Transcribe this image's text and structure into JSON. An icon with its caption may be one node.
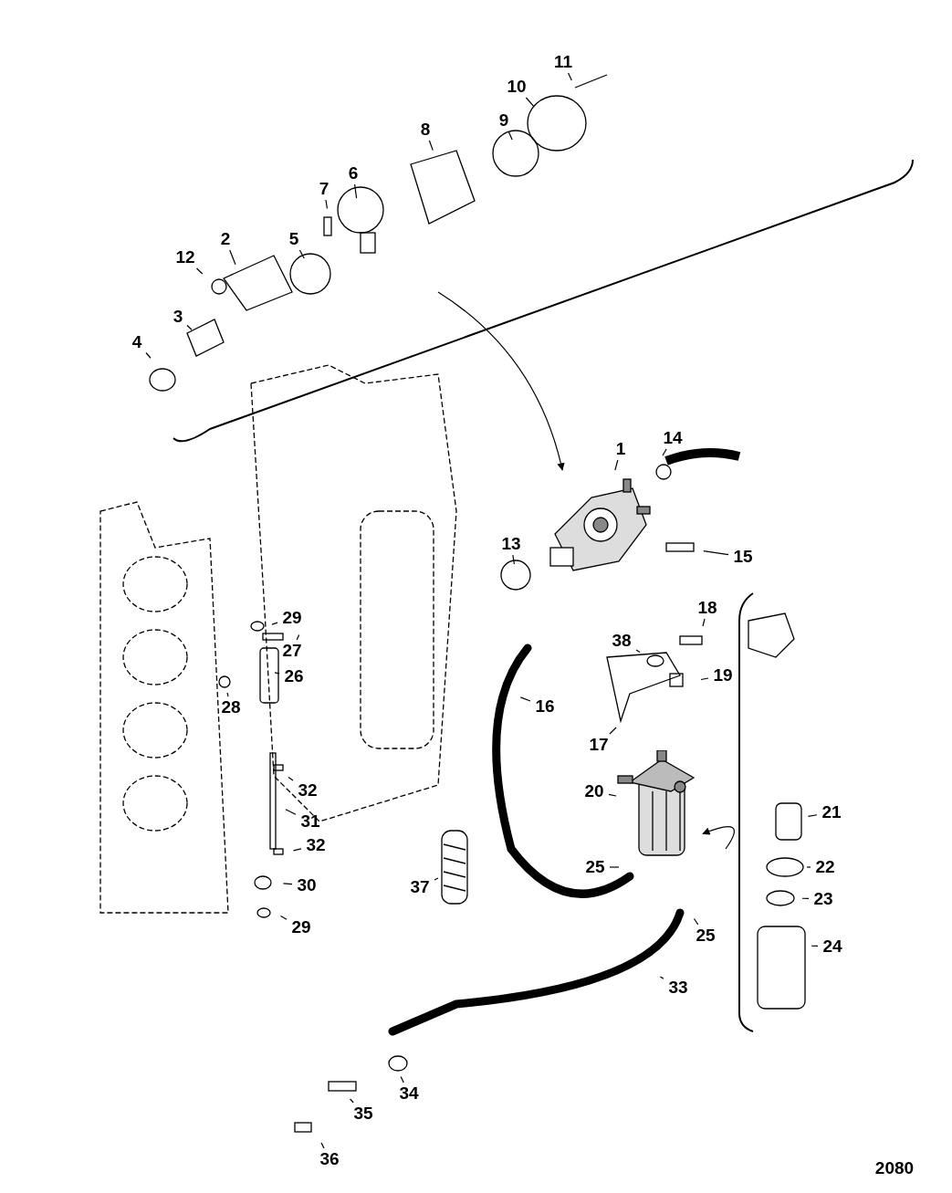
{
  "diagram": {
    "nodes": [
      {
        "text": [
          "1"
        ]
      },
      {
        "text": [
          "2"
        ]
      },
      {
        "text": [
          "3"
        ]
      },
      {
        "text": [
          "4"
        ]
      },
      {
        "text": [
          "5"
        ]
      },
      {
        "text": [
          "6"
        ]
      },
      {
        "text": [
          "7"
        ]
      },
      {
        "text": [
          "8"
        ]
      },
      {
        "text": [
          "9"
        ]
      },
      {
        "text": [
          "10"
        ]
      },
      {
        "text": [
          "11"
        ]
      },
      {
        "text": [
          "12"
        ]
      },
      {
        "text": [
          "13"
        ]
      },
      {
        "text": [
          "14"
        ]
      },
      {
        "text": [
          "15"
        ]
      },
      {
        "text": [
          "16"
        ]
      },
      {
        "text": [
          "17"
        ]
      },
      {
        "text": [
          "18"
        ]
      },
      {
        "text": [
          "19"
        ]
      },
      {
        "text": [
          "20"
        ]
      },
      {
        "text": [
          "21"
        ]
      },
      {
        "text": [
          "22"
        ]
      },
      {
        "text": [
          "23"
        ]
      },
      {
        "text": [
          "24"
        ]
      },
      {
        "text": [
          "25"
        ]
      },
      {
        "text": [
          "25"
        ]
      },
      {
        "text": [
          "26"
        ]
      },
      {
        "text": [
          "27"
        ]
      },
      {
        "text": [
          "28"
        ]
      },
      {
        "text": [
          "29"
        ]
      },
      {
        "text": [
          "29"
        ]
      },
      {
        "text": [
          "30"
        ]
      },
      {
        "text": [
          "31"
        ]
      },
      {
        "text": [
          "32"
        ]
      },
      {
        "text": [
          "32"
        ]
      },
      {
        "text": [
          "33"
        ]
      },
      {
        "text": [
          "34"
        ]
      },
      {
        "text": [
          "35"
        ]
      },
      {
        "text": [
          "36"
        ]
      },
      {
        "text": [
          "37"
        ]
      },
      {
        "text": [
          "38"
        ]
      },
      {
        "text": [],
        "shape": "picture"
      },
      {
        "text": [],
        "shape": "picture"
      }
    ],
    "edges": [
      {
        "from": 0,
        "to": 41,
        "arrow": "none"
      },
      {
        "from": 1,
        "to": null,
        "arrow": "none"
      },
      {
        "from": 2,
        "to": null,
        "arrow": "none"
      },
      {
        "from": 3,
        "to": null,
        "arrow": "none"
      },
      {
        "from": 4,
        "to": null,
        "arrow": "none"
      },
      {
        "from": 5,
        "to": null,
        "arrow": "none"
      },
      {
        "from": 6,
        "to": null,
        "arrow": "none"
      },
      {
        "from": 7,
        "to": null,
        "arrow": "none"
      },
      {
        "from": 8,
        "to": null,
        "arrow": "none"
      },
      {
        "from": 9,
        "to": null,
        "arrow": "none"
      },
      {
        "from": 10,
        "to": null,
        "arrow": "none"
      },
      {
        "from": 11,
        "to": null,
        "arrow": "none"
      },
      {
        "from": 12,
        "to": null,
        "arrow": "none"
      },
      {
        "from": 13,
        "to": null,
        "arrow": "none"
      },
      {
        "from": 14,
        "to": null,
        "arrow": "none"
      },
      {
        "from": 15,
        "to": null,
        "arrow": "none"
      },
      {
        "from": 16,
        "to": null,
        "arrow": "none"
      },
      {
        "from": 17,
        "to": null,
        "arrow": "none"
      },
      {
        "from": 18,
        "to": null,
        "arrow": "none"
      },
      {
        "from": 19,
        "to": 42,
        "arrow": "none"
      },
      {
        "from": 20,
        "to": null,
        "arrow": "none"
      },
      {
        "from": 21,
        "to": null,
        "arrow": "none"
      },
      {
        "from": 22,
        "to": null,
        "arrow": "none"
      },
      {
        "from": 23,
        "to": null,
        "arrow": "none"
      },
      {
        "from": 24,
        "to": null,
        "arrow": "none"
      },
      {
        "from": 25,
        "to": null,
        "arrow": "none"
      },
      {
        "from": 26,
        "to": null,
        "arrow": "none"
      },
      {
        "from": 27,
        "to": null,
        "arrow": "none"
      },
      {
        "from": 28,
        "to": null,
        "arrow": "none"
      },
      {
        "from": 29,
        "to": null,
        "arrow": "none"
      },
      {
        "from": 30,
        "to": null,
        "arrow": "none"
      },
      {
        "from": 31,
        "to": null,
        "arrow": "none"
      },
      {
        "from": 32,
        "to": null,
        "arrow": "none"
      },
      {
        "from": 33,
        "to": null,
        "arrow": "none"
      },
      {
        "from": 34,
        "to": null,
        "arrow": "none"
      },
      {
        "from": 35,
        "to": null,
        "arrow": "none"
      },
      {
        "from": 36,
        "to": null,
        "arrow": "none"
      },
      {
        "from": 37,
        "to": null,
        "arrow": "none"
      },
      {
        "from": 38,
        "to": null,
        "arrow": "none"
      },
      {
        "from": 39,
        "to": null,
        "arrow": "none"
      },
      {
        "from": 40,
        "to": null,
        "arrow": "none"
      },
      {
        "from": null,
        "to": 41,
        "arrow": "to"
      },
      {
        "from": null,
        "to": 42,
        "arrow": "to"
      }
    ],
    "labels": [
      "2080"
    ]
  }
}
